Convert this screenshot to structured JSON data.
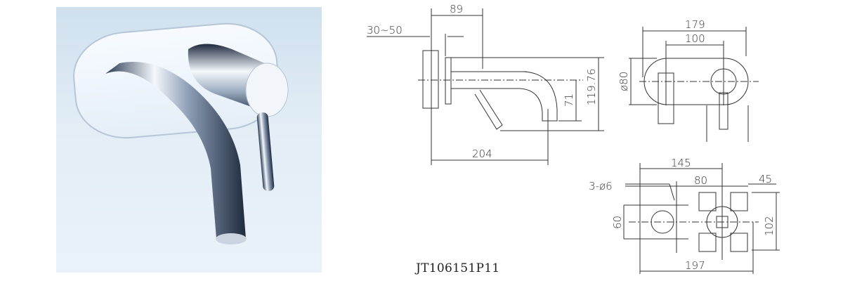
{
  "product": {
    "model_number": "JT106151P11",
    "photo_alt": "Wall-mounted single-lever basin mixer, chrome finish, oval back plate"
  },
  "side_view": {
    "dimensions": {
      "wall_depth": "30~50",
      "body_depth": "89",
      "total_height": "119.76",
      "outlet_height": "71",
      "projection": "204"
    }
  },
  "front_view": {
    "dimensions": {
      "plate_width": "179",
      "center_spacing": "100",
      "plate_height": "ø80"
    }
  },
  "valve_view": {
    "dimensions": {
      "mount_holes": "3-ø6",
      "body_width": "145",
      "inner_spacing": "80",
      "side_offset": "45",
      "flange_height": "60",
      "overall_height": "102",
      "overall_width": "197"
    }
  },
  "colors": {
    "line": "#333333",
    "background": "#ffffff",
    "photo_bg": "#dce9f3"
  }
}
